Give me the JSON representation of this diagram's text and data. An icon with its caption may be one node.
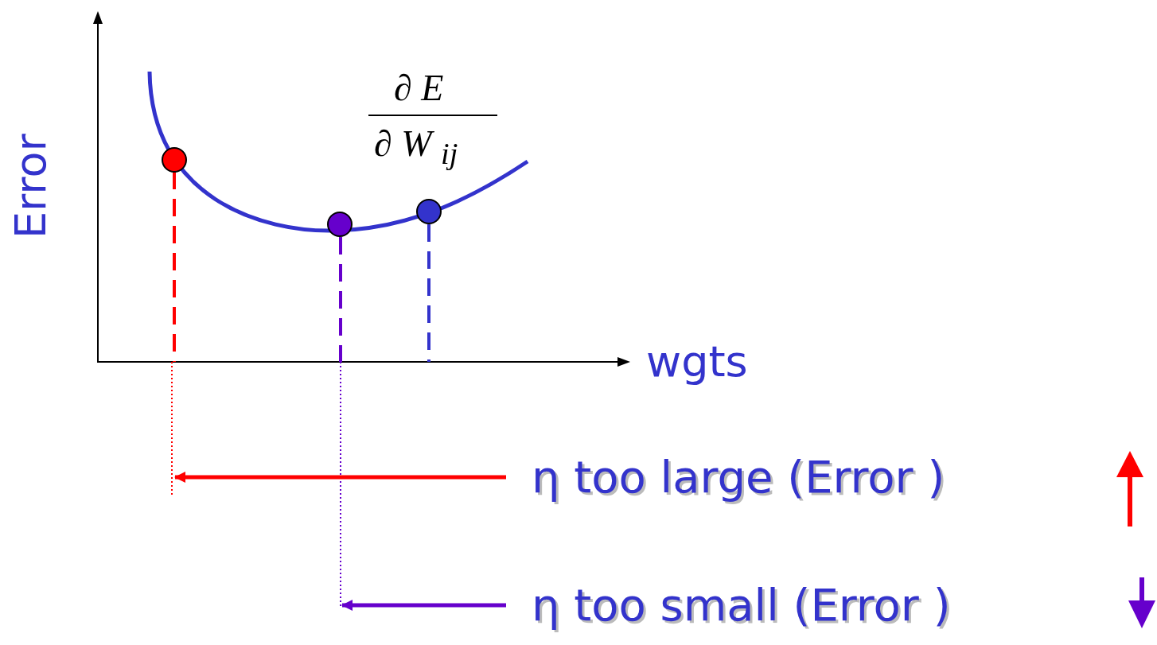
{
  "diagram": {
    "nodes": [
      {
        "text": [
          "η too large (Error )"
        ]
      },
      {
        "text": [
          "η too small (Error )"
        ]
      }
    ],
    "edges": [
      {
        "from": 0,
        "to": null,
        "arrow": "to",
        "color": "#ff0000"
      },
      {
        "from": 1,
        "to": null,
        "arrow": "to",
        "color": "#6600cc"
      }
    ],
    "labels": [
      "∂ E",
      "∂ W $_{ij}$",
      "Error",
      "wgts"
    ]
  }
}
